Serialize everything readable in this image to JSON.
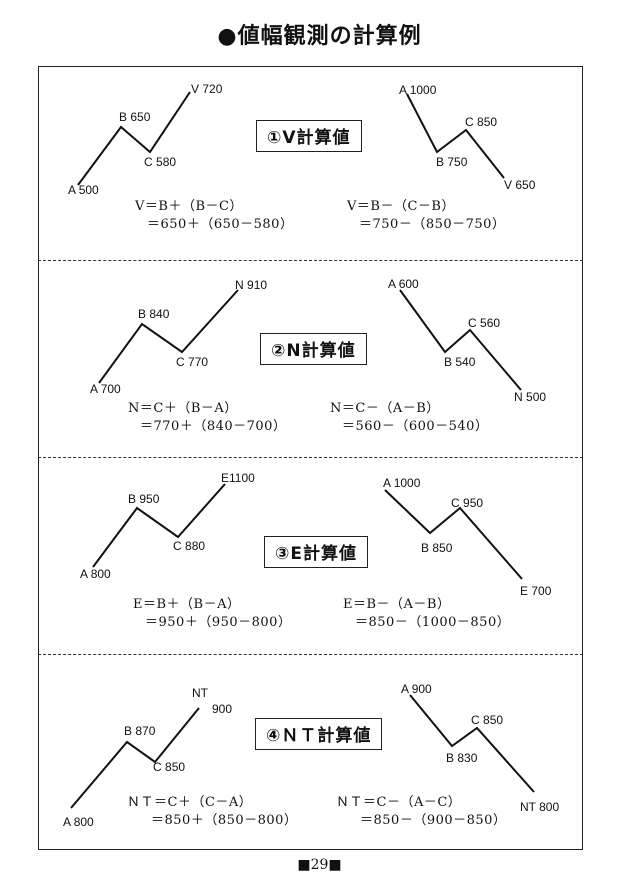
{
  "title": "●値幅観測の計算例",
  "page_number": "■29■",
  "sections": [
    {
      "title": "①V計算値",
      "left_formula": [
        "V＝B＋（B－C）",
        "＝650＋（650－580）"
      ],
      "right_formula": [
        "V＝B－（C－B）",
        "＝750－（850－750）"
      ],
      "left_points": [
        {
          "name": "A",
          "value": "500"
        },
        {
          "name": "B",
          "value": "650"
        },
        {
          "name": "C",
          "value": "580"
        },
        {
          "name": "V",
          "value": "720"
        }
      ],
      "right_points": [
        {
          "name": "A",
          "value": "1000"
        },
        {
          "name": "B",
          "value": "750"
        },
        {
          "name": "C",
          "value": "850"
        },
        {
          "name": "V",
          "value": "650"
        }
      ]
    },
    {
      "title": "②N計算値",
      "left_formula": [
        "N＝C＋（B－A）",
        "＝770＋（840－700）"
      ],
      "right_formula": [
        "N＝C－（A－B）",
        "＝560－（600－540）"
      ],
      "left_points": [
        {
          "name": "A",
          "value": "700"
        },
        {
          "name": "B",
          "value": "840"
        },
        {
          "name": "C",
          "value": "770"
        },
        {
          "name": "N",
          "value": "910"
        }
      ],
      "right_points": [
        {
          "name": "A",
          "value": "600"
        },
        {
          "name": "B",
          "value": "540"
        },
        {
          "name": "C",
          "value": "560"
        },
        {
          "name": "N",
          "value": "500"
        }
      ]
    },
    {
      "title": "③E計算値",
      "left_formula": [
        "E＝B＋（B－A）",
        "＝950＋（950－800）"
      ],
      "right_formula": [
        "E＝B－（A－B）",
        "＝850－（1000－850）"
      ],
      "left_points": [
        {
          "name": "A",
          "value": "800"
        },
        {
          "name": "B",
          "value": "950"
        },
        {
          "name": "C",
          "value": "880"
        },
        {
          "name": "E",
          "value": "1100"
        }
      ],
      "right_points": [
        {
          "name": "A",
          "value": "1000"
        },
        {
          "name": "B",
          "value": "850"
        },
        {
          "name": "C",
          "value": "950"
        },
        {
          "name": "E",
          "value": "700"
        }
      ]
    },
    {
      "title": "④ＮＴ計算値",
      "left_formula": [
        "ＮＴ＝C＋（C－A）",
        "＝850＋（850－800）"
      ],
      "right_formula": [
        "ＮＴ＝C－（A－C）",
        "＝850－（900－850）"
      ],
      "left_points": [
        {
          "name": "A",
          "value": "800"
        },
        {
          "name": "B",
          "value": "870"
        },
        {
          "name": "C",
          "value": "850"
        },
        {
          "name": "NT",
          "value": "900"
        }
      ],
      "right_points": [
        {
          "name": "A",
          "value": "900"
        },
        {
          "name": "B",
          "value": "830"
        },
        {
          "name": "C",
          "value": "850"
        },
        {
          "name": "NT",
          "value": "800"
        }
      ]
    }
  ]
}
